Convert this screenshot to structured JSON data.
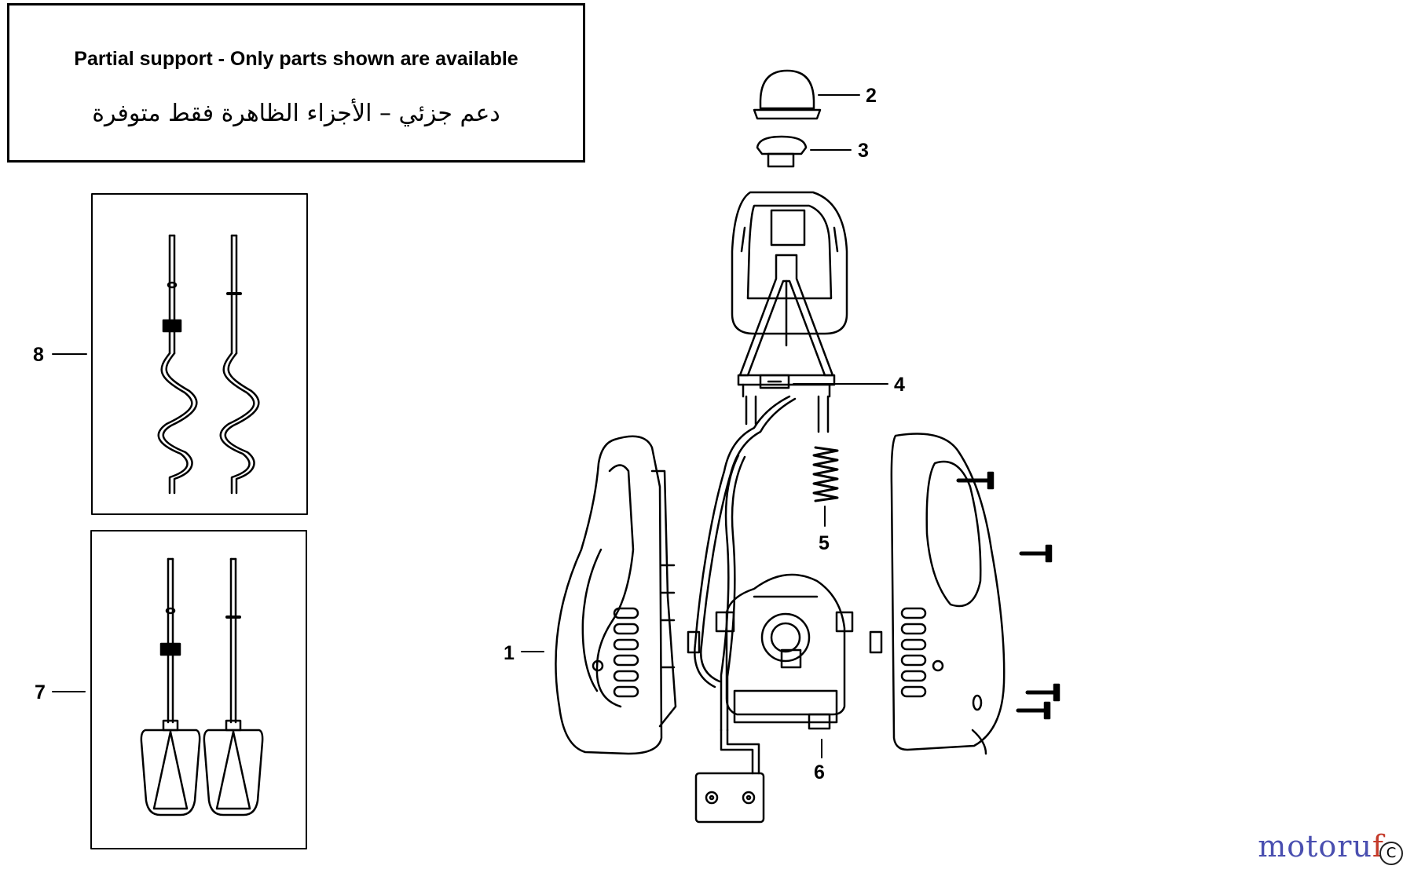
{
  "notice": {
    "english": "Partial support - Only parts shown are available",
    "arabic": "دعم جزئي – الأجزاء الظاهرة فقط متوفرة"
  },
  "callouts": {
    "c1": "1",
    "c2": "2",
    "c3": "3",
    "c4": "4",
    "c5": "5",
    "c6": "6",
    "c7": "7",
    "c8": "8"
  },
  "watermark": {
    "part1": "motoru",
    "part2": "f",
    "badge": "C"
  },
  "colors": {
    "line": "#000000",
    "watermark_blue": "#4a4fb0",
    "watermark_red": "#c43a2a"
  }
}
